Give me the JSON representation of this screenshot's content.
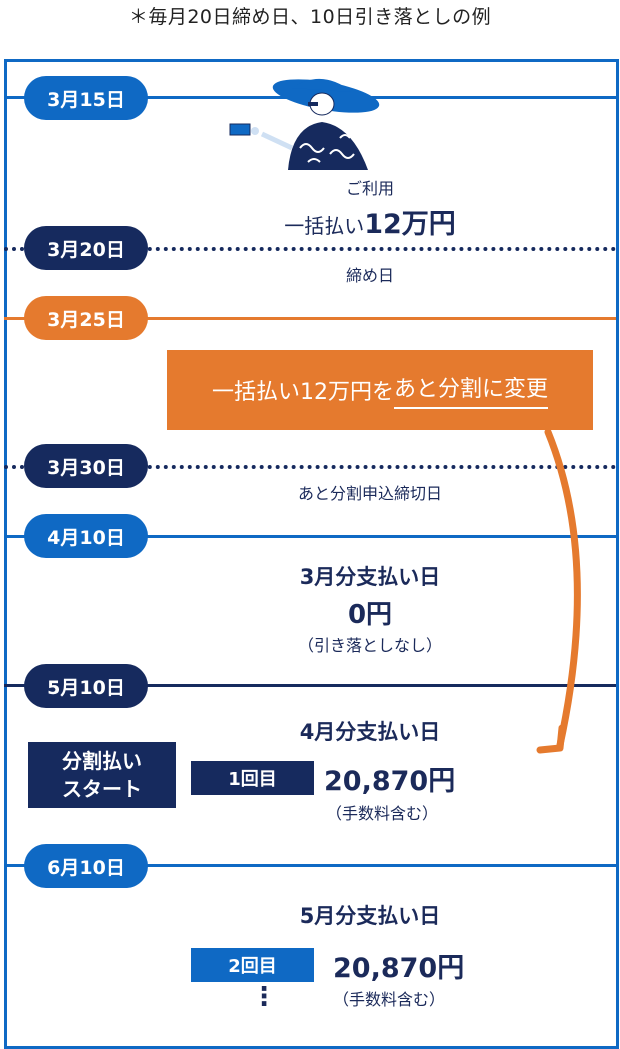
{
  "note": "＊毎月20日締め日、10日引き落としの例",
  "dates": {
    "d1": "3月15日",
    "d2": "3月20日",
    "d3": "3月25日",
    "d4": "3月30日",
    "d5": "4月10日",
    "d6": "5月10日",
    "d7": "6月10日"
  },
  "usage": {
    "label": "ご利用",
    "method": "一括払い",
    "amount": "12万円"
  },
  "closing_label": "締め日",
  "change": {
    "prefix": "一括払い12万円を",
    "action": "あと分割に変更"
  },
  "apply_deadline": "あと分割申込締切日",
  "march_payment": {
    "title": "3月分支払い日",
    "amount": "0円",
    "note": "（引き落としなし）"
  },
  "april_payment": {
    "title": "4月分支払い日",
    "count": "1回目",
    "amount": "20,870円",
    "note": "（手数料含む）"
  },
  "start_tag": {
    "line1": "分割払い",
    "line2": "スタート"
  },
  "may_payment": {
    "title": "5月分支払い日",
    "count": "2回目",
    "amount": "20,870円",
    "note": "（手数料含む）",
    "more": "⋮"
  },
  "colors": {
    "blue": "#0f69c4",
    "navy": "#162a5e",
    "orange": "#e57a2e"
  }
}
